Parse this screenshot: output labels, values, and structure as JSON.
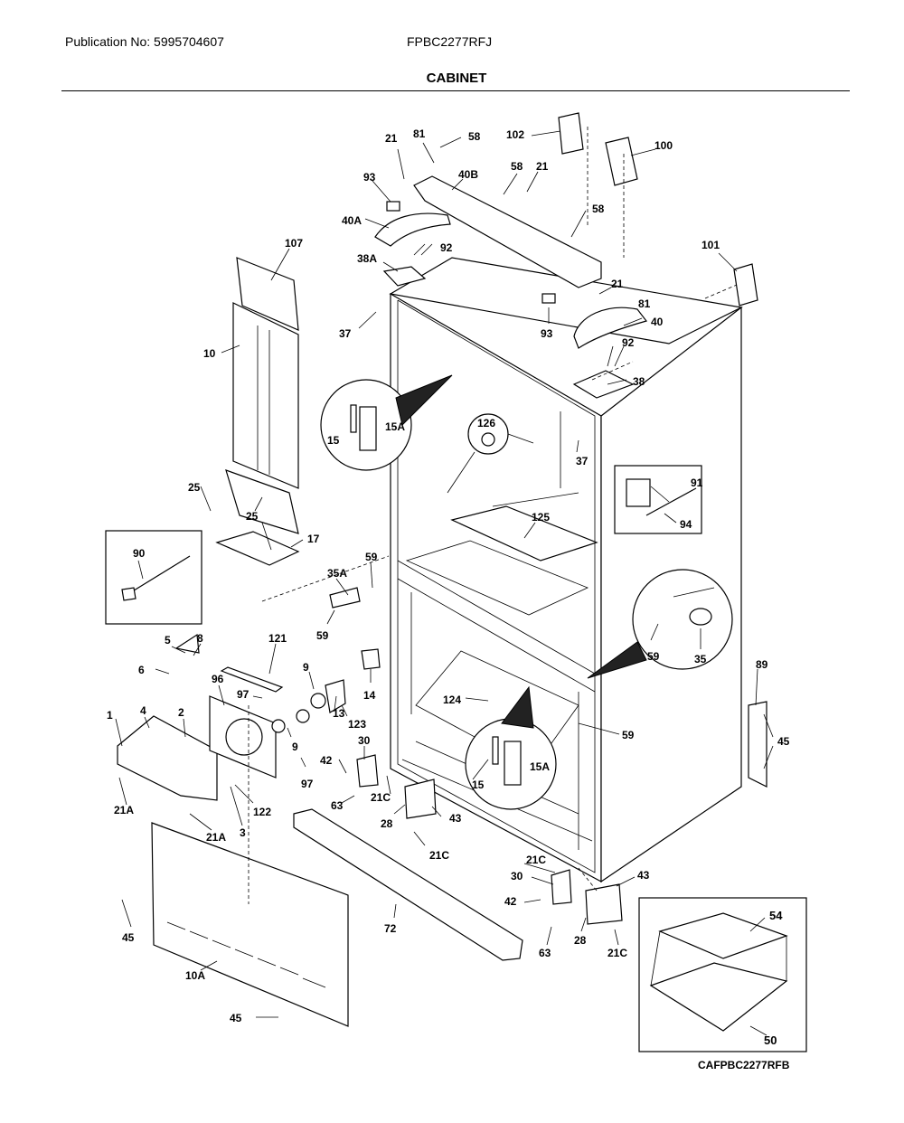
{
  "header": {
    "publication": "Publication No: 5995704607",
    "model": "FPBC2277RFJ"
  },
  "title": "CABINET",
  "callouts": {
    "c21a": "21",
    "c81a": "81",
    "c58a": "58",
    "c102": "102",
    "c100": "100",
    "c93a": "93",
    "c40b": "40B",
    "c58b": "58",
    "c21b": "21",
    "c40a": "40A",
    "c58c": "58",
    "c92a": "92",
    "c38a": "38A",
    "c101": "101",
    "c107": "107",
    "c21c": "21",
    "c81b": "81",
    "c37a": "37",
    "c93b": "93",
    "c40": "40",
    "c92b": "92",
    "c10": "10",
    "c38": "38",
    "c15a": "15",
    "c15Aa": "15A",
    "c126": "126",
    "c37b": "37",
    "c91": "91",
    "c94": "94",
    "c25a": "25",
    "c25b": "25",
    "c17": "17",
    "c125": "125",
    "c90": "90",
    "c59a": "59",
    "c35A": "35A",
    "c59b": "59",
    "c59c": "59",
    "c35": "35",
    "c5": "5",
    "c8": "8",
    "c121": "121",
    "c6": "6",
    "c96": "96",
    "c9a": "9",
    "c97a": "97",
    "c14": "14",
    "c89": "89",
    "c124": "124",
    "c4": "4",
    "c2": "2",
    "c1": "1",
    "c13": "13",
    "c123": "123",
    "c59d": "59",
    "c9b": "9",
    "c30a": "30",
    "c42a": "42",
    "c45a": "45",
    "c97b": "97",
    "c15b": "15",
    "c15Ab": "15A",
    "c21Ca": "21C",
    "c63a": "63",
    "c122": "122",
    "c21Aa": "21A",
    "c21Ab": "21A",
    "c3": "3",
    "c28a": "28",
    "c43a": "43",
    "c21Cb": "21C",
    "c21Cc": "21C",
    "c30b": "30",
    "c43b": "43",
    "c54": "54",
    "c42b": "42",
    "c72": "72",
    "c45b": "45",
    "c28b": "28",
    "c21Cd": "21C",
    "c63b": "63",
    "c10A": "10A",
    "c50": "50",
    "c45c": "45"
  },
  "figure_code": "CAFPBC2277RFB"
}
